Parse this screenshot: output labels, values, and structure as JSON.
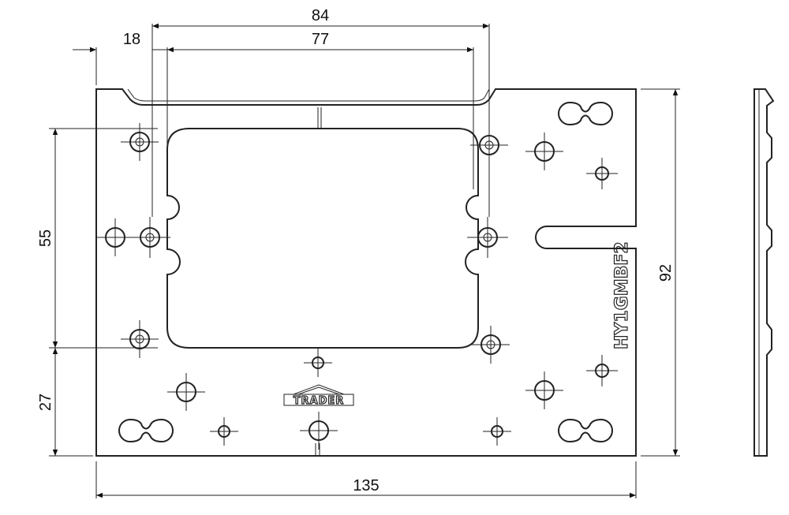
{
  "dimensions": {
    "overall_width": "135",
    "overall_height": "92",
    "top_span": "84",
    "inner_span": "77",
    "left_offset": "18",
    "middle_height": "55",
    "bottom_height": "27"
  },
  "part_marking": "HY1GMBF2",
  "logo_text": "TRADER",
  "colors": {
    "line": "#222222",
    "background": "#ffffff"
  }
}
